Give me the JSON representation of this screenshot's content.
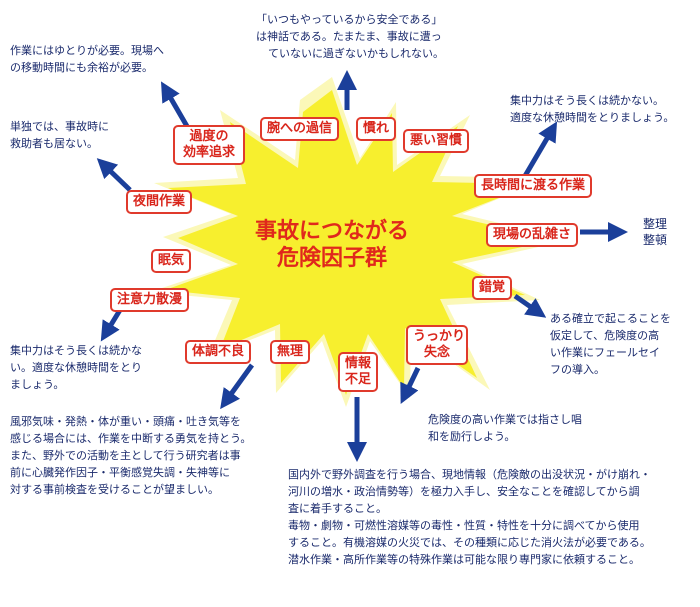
{
  "center": {
    "line1": "事故につながる",
    "line2": "危険因子群"
  },
  "factors": {
    "kado": {
      "line1": "過度の",
      "line2": "効率追求"
    },
    "wan": "腕への過信",
    "nare": "慣れ",
    "warui": "悪い習慣",
    "choujikan": "長時間に渡る作業",
    "yakan": "夜間作業",
    "genba": "現場の乱雑さ",
    "nemuke": "眠気",
    "sakkaku": "錯覚",
    "chuui": "注意力散漫",
    "ukkari": {
      "line1": "うっかり",
      "line2": "失念"
    },
    "taichou": "体調不良",
    "muri": "無理",
    "jouhou": {
      "line1": "情報",
      "line2": "不足"
    }
  },
  "notes": {
    "top_left": [
      "作業にはゆとりが必要。現場へ",
      "の移動時間にも余裕が必要。"
    ],
    "top_center": [
      "「いつもやっているから安全である」",
      "は神話である。たまたま、事故に遭っ",
      "ていないに過ぎないかもしれない。"
    ],
    "top_right": [
      "集中力はそう長くは続かない。",
      "適度な休憩時間をとりましょう。"
    ],
    "left_upper": [
      "単独では、事故時に",
      "救助者も居ない。"
    ],
    "right_seiri": [
      "整理",
      "整頓"
    ],
    "right_middle": [
      "ある確立で起こることを",
      "仮定して、危険度の高",
      "い作業にフェールセイ",
      "フの導入。"
    ],
    "left_middle": [
      "集中力はそう長くは続かな",
      "い。適度な休憩時間をとり",
      "ましょう。"
    ],
    "left_bottom": [
      "風邪気味・発熱・体が重い・頭痛・吐き気等を",
      "感じる場合には、作業を中断する勇気を持とう。",
      "また、野外での活動を主として行う研究者は事",
      "前に心臓発作因子・平衡感覚失調・失神等に",
      "対する事前検査を受けることが望ましい。"
    ],
    "center_right": [
      "危険度の高い作業では指さし唱",
      "和を励行しよう。"
    ],
    "bottom": [
      "国内外で野外調査を行う場合、現地情報（危険敵の出没状況・がけ崩れ・",
      "河川の増水・政治情勢等）を極力入手し、安全なことを確認してから調",
      "査に着手すること。",
      "毒物・劇物・可燃性溶媒等の毒性・性質・特性を十分に調べてから使用",
      "すること。有機溶媒の火災では、その種類に応じた消火法が必要である。",
      "潜水作業・高所作業等の特殊作業は可能な限り専門家に依頼すること。"
    ]
  },
  "colors": {
    "star_fill": "#f7ef2e",
    "star_glow": "#fbf8b8",
    "arrow": "#1b3f9a",
    "box_border": "#e03a2c",
    "box_text": "#d9261c",
    "note_text": "#1a2a6c"
  }
}
